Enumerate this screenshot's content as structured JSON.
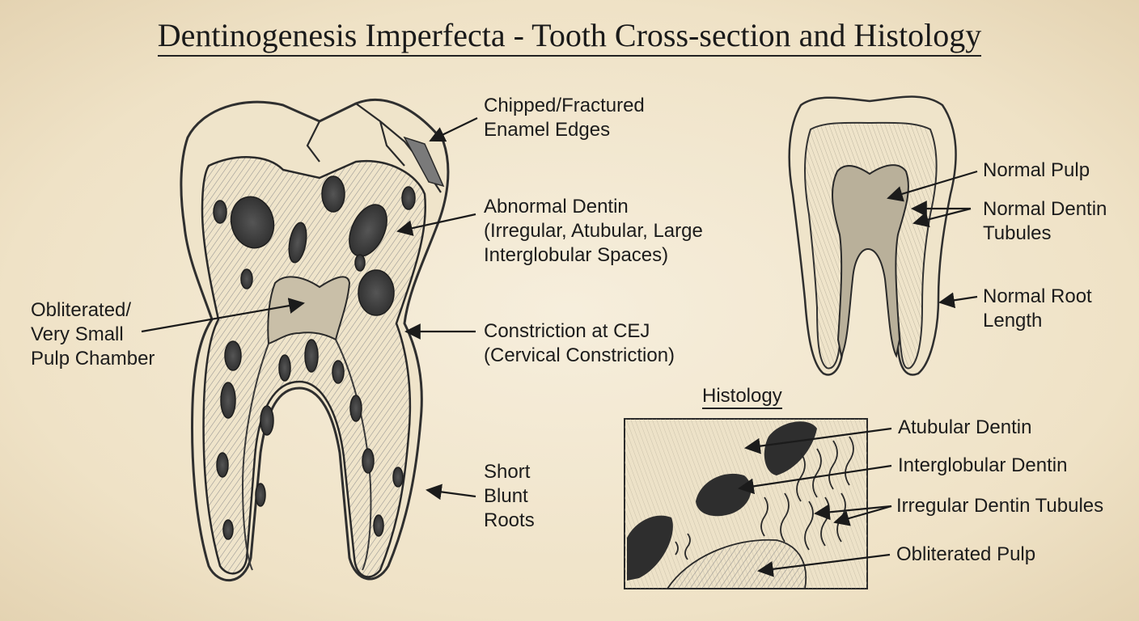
{
  "title": "Dentinogenesis Imperfecta - Tooth Cross-section and Histology",
  "histology_title": "Histology",
  "labels": {
    "chipped": [
      "Chipped/Fractured",
      "Enamel Edges"
    ],
    "abnormal_dentin": [
      "Abnormal Dentin",
      "(Irregular, Atubular, Large",
      "Interglobular Spaces)"
    ],
    "obliterated_chamber": [
      "Obliterated/",
      "Very Small",
      "Pulp Chamber"
    ],
    "constriction": [
      "Constriction at CEJ",
      "(Cervical Constriction)"
    ],
    "short_roots": [
      "Short",
      "Blunt",
      "Roots"
    ],
    "normal_pulp": [
      "Normal Pulp"
    ],
    "normal_tubules": [
      "Normal Dentin",
      "Tubules"
    ],
    "normal_root": [
      "Normal Root",
      "Length"
    ],
    "atubular": [
      "Atubular Dentin"
    ],
    "interglobular": [
      "Interglobular Dentin"
    ],
    "irregular_tubules": [
      "Irregular Dentin Tubules"
    ],
    "obliterated_pulp": [
      "Obliterated Pulp"
    ]
  },
  "colors": {
    "paper": "#f3e9d4",
    "ink": "#1b1b1b",
    "pencil": "#3a3a3a",
    "shade": "#9a9a9a"
  }
}
